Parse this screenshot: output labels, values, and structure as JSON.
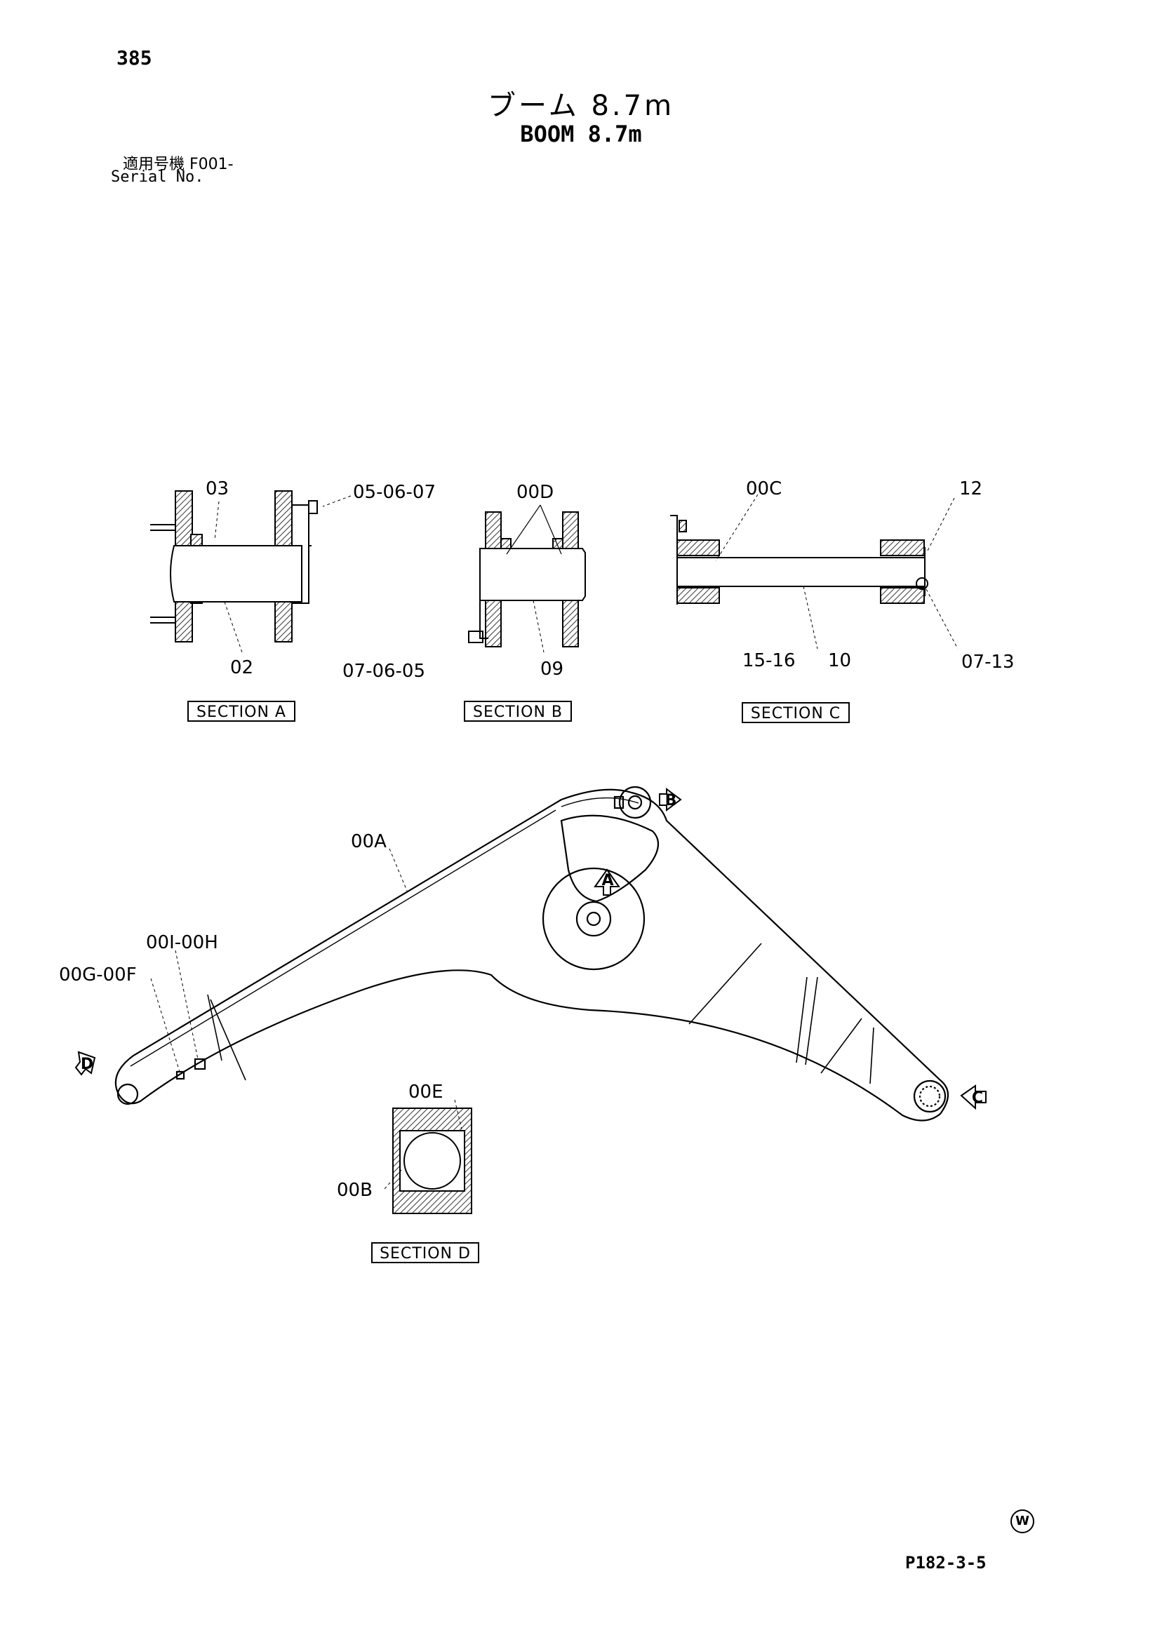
{
  "page_number": "385",
  "title_jp": "ブーム 8.7m",
  "title_en": "BOOM 8.7m",
  "serial": {
    "label_jp": "適用号機 F001-",
    "label_en": "Serial No."
  },
  "sections": {
    "a": {
      "title": "SECTION A",
      "labels": [
        "03",
        "05-06-07",
        "02"
      ]
    },
    "b": {
      "title": "SECTION B",
      "labels": [
        "00D",
        "07-06-05",
        "09"
      ]
    },
    "c": {
      "title": "SECTION C",
      "labels": [
        "00C",
        "12",
        "15-16",
        "10",
        "07-13"
      ]
    },
    "d": {
      "title": "SECTION D",
      "labels": [
        "00E",
        "00B"
      ]
    }
  },
  "boom_labels": [
    "00A",
    "00I-00H",
    "00G-00F"
  ],
  "markers": [
    "A",
    "B",
    "C",
    "D"
  ],
  "watermark": "W",
  "footer_code": "P182-3-5"
}
